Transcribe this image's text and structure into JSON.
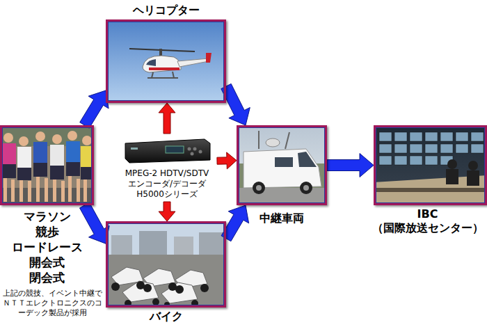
{
  "diagram": {
    "nodes": [
      {
        "text": [
          "マラソン",
          "競歩",
          "ロードレース",
          "開会式",
          "閉会式"
        ]
      },
      {
        "text": [
          "ヘリコプター"
        ]
      },
      {
        "text": [
          "MPEG-2 HDTV/SDTV エンコーダ/デコーダ H5000シリーズ"
        ]
      },
      {
        "text": [
          "バイク"
        ]
      },
      {
        "text": [
          "中継車両"
        ]
      },
      {
        "text": [
          "IBC （国際放送センター）"
        ]
      }
    ],
    "edges": [
      {
        "from": 0,
        "to": 1,
        "arrow": "to"
      },
      {
        "from": 0,
        "to": 3,
        "arrow": "to"
      },
      {
        "from": 1,
        "to": 4,
        "arrow": "to"
      },
      {
        "from": 3,
        "to": 4,
        "arrow": "to"
      },
      {
        "from": 4,
        "to": 5,
        "arrow": "to"
      },
      {
        "from": 2,
        "to": 1,
        "arrow": "to"
      },
      {
        "from": 2,
        "to": 4,
        "arrow": "to"
      },
      {
        "from": 2,
        "to": 3,
        "arrow": "to"
      }
    ],
    "labels": [
      "上記の競技、イベント中継でＮＴＴエレクトロニクスのコーデック製品が採用"
    ]
  }
}
